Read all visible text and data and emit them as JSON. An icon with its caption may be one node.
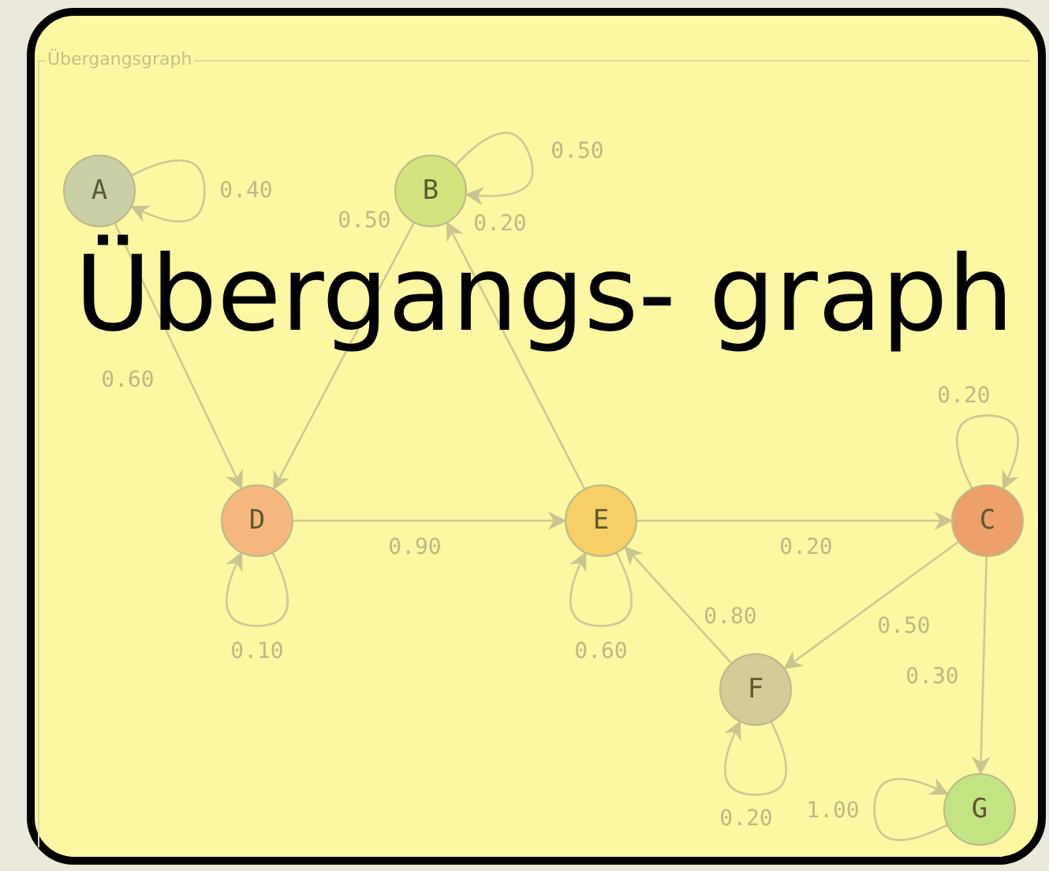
{
  "diagram": {
    "title": "Übergangs- graph",
    "nodes": [
      {
        "text": [
          "Übergangsgraph"
        ]
      },
      {
        "text": [
          "A"
        ],
        "in": 0
      },
      {
        "text": [
          "B"
        ],
        "in": 0
      },
      {
        "text": [
          "D"
        ],
        "in": 0
      },
      {
        "text": [
          "E"
        ],
        "in": 0
      },
      {
        "text": [
          "C"
        ],
        "in": 0
      },
      {
        "text": [
          "F"
        ],
        "in": 0
      },
      {
        "text": [
          "G"
        ],
        "in": 0
      }
    ],
    "edges": [
      {
        "from": 1,
        "to": 1,
        "arrow": "to",
        "label": "0.40"
      },
      {
        "from": 2,
        "to": 2,
        "arrow": "to",
        "label": "0.50"
      },
      {
        "from": 1,
        "to": 3,
        "arrow": "to",
        "label": "0.60"
      },
      {
        "from": 2,
        "to": 3,
        "arrow": "to",
        "label": "0.50"
      },
      {
        "from": 4,
        "to": 2,
        "arrow": "to",
        "label": "0.20"
      },
      {
        "from": 3,
        "to": 3,
        "arrow": "to",
        "label": "0.10"
      },
      {
        "from": 3,
        "to": 4,
        "arrow": "to",
        "label": "0.90"
      },
      {
        "from": 4,
        "to": 4,
        "arrow": "to",
        "label": "0.60"
      },
      {
        "from": 4,
        "to": 5,
        "arrow": "to",
        "label": "0.20"
      },
      {
        "from": 6,
        "to": 4,
        "arrow": "to",
        "label": "0.80"
      },
      {
        "from": 5,
        "to": 5,
        "arrow": "to",
        "label": "0.20"
      },
      {
        "from": 5,
        "to": 6,
        "arrow": "to",
        "label": "0.50"
      },
      {
        "from": 5,
        "to": 7,
        "arrow": "to",
        "label": "0.30"
      },
      {
        "from": 6,
        "to": 6,
        "arrow": "to",
        "label": "0.20"
      },
      {
        "from": 7,
        "to": 7,
        "arrow": "to",
        "label": "1.00"
      }
    ]
  }
}
